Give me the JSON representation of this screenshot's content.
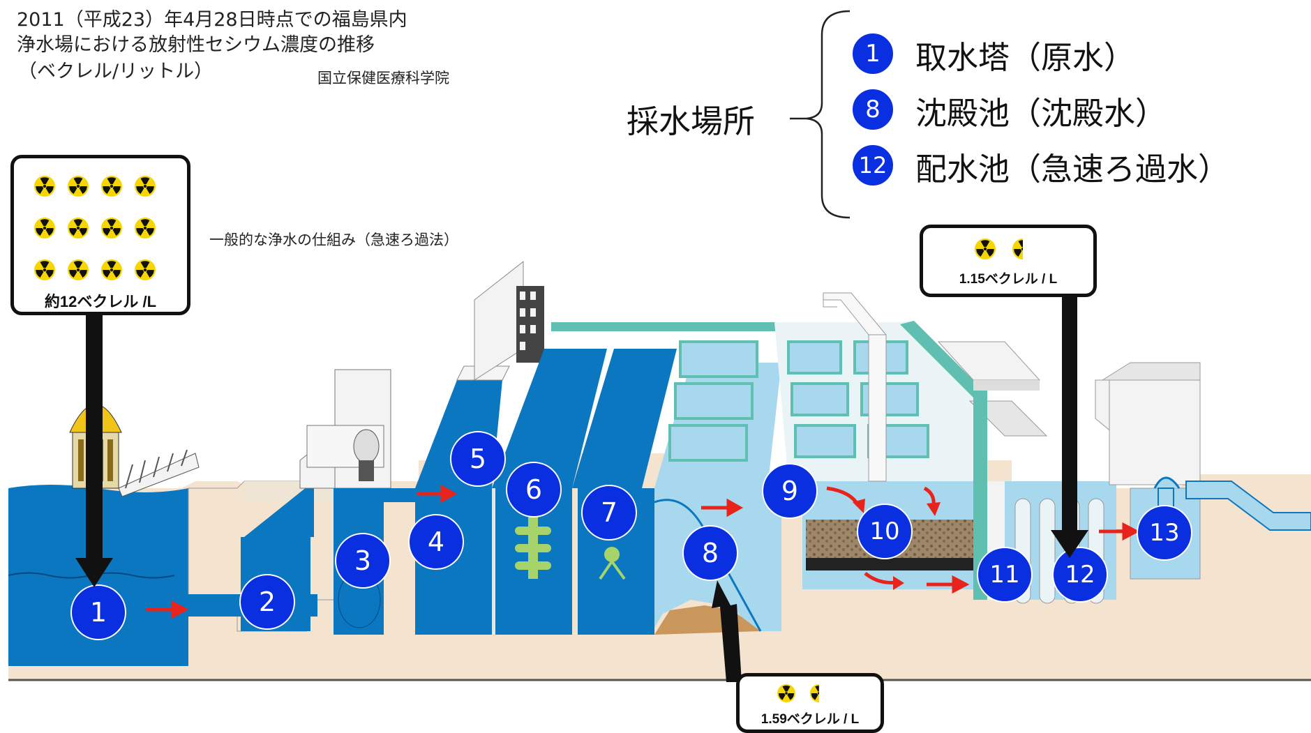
{
  "title": {
    "line1": "2011（平成23）年4月28日時点での福島県内",
    "line2": "浄水場における放射性セシウム濃度の推移",
    "line3": "（ベクレル/リットル）",
    "organization": "国立保健医療科学院"
  },
  "legend": {
    "heading": "採水場所",
    "items": [
      {
        "number": "1",
        "label": "取水塔（原水）"
      },
      {
        "number": "8",
        "label": "沈殿池（沈殿水）"
      },
      {
        "number": "12",
        "label": "配水池（急速ろ過水）"
      }
    ]
  },
  "diagram_label": "一般的な浄水の仕組み（急速ろ過法）",
  "callouts": [
    {
      "id": "intake",
      "value": "約12ベクレル /L",
      "icon_count": 12
    },
    {
      "id": "distribution",
      "value": "1.15ベクレル / L",
      "icon_count": 1.5
    },
    {
      "id": "sedimentation",
      "value": "1.59ベクレル / L",
      "icon_count": 1.5
    }
  ],
  "stage_numbers": [
    "1",
    "2",
    "3",
    "4",
    "5",
    "6",
    "7",
    "8",
    "9",
    "10",
    "11",
    "12",
    "13"
  ],
  "colors": {
    "water": "#0b77c0",
    "light_water": "#a8d8ee",
    "ground": "#f4e4cf",
    "badge": "#0a2fe0",
    "arrow": "#e8231c",
    "radiation": "#f5d600",
    "teal": "#5fbfb0"
  }
}
